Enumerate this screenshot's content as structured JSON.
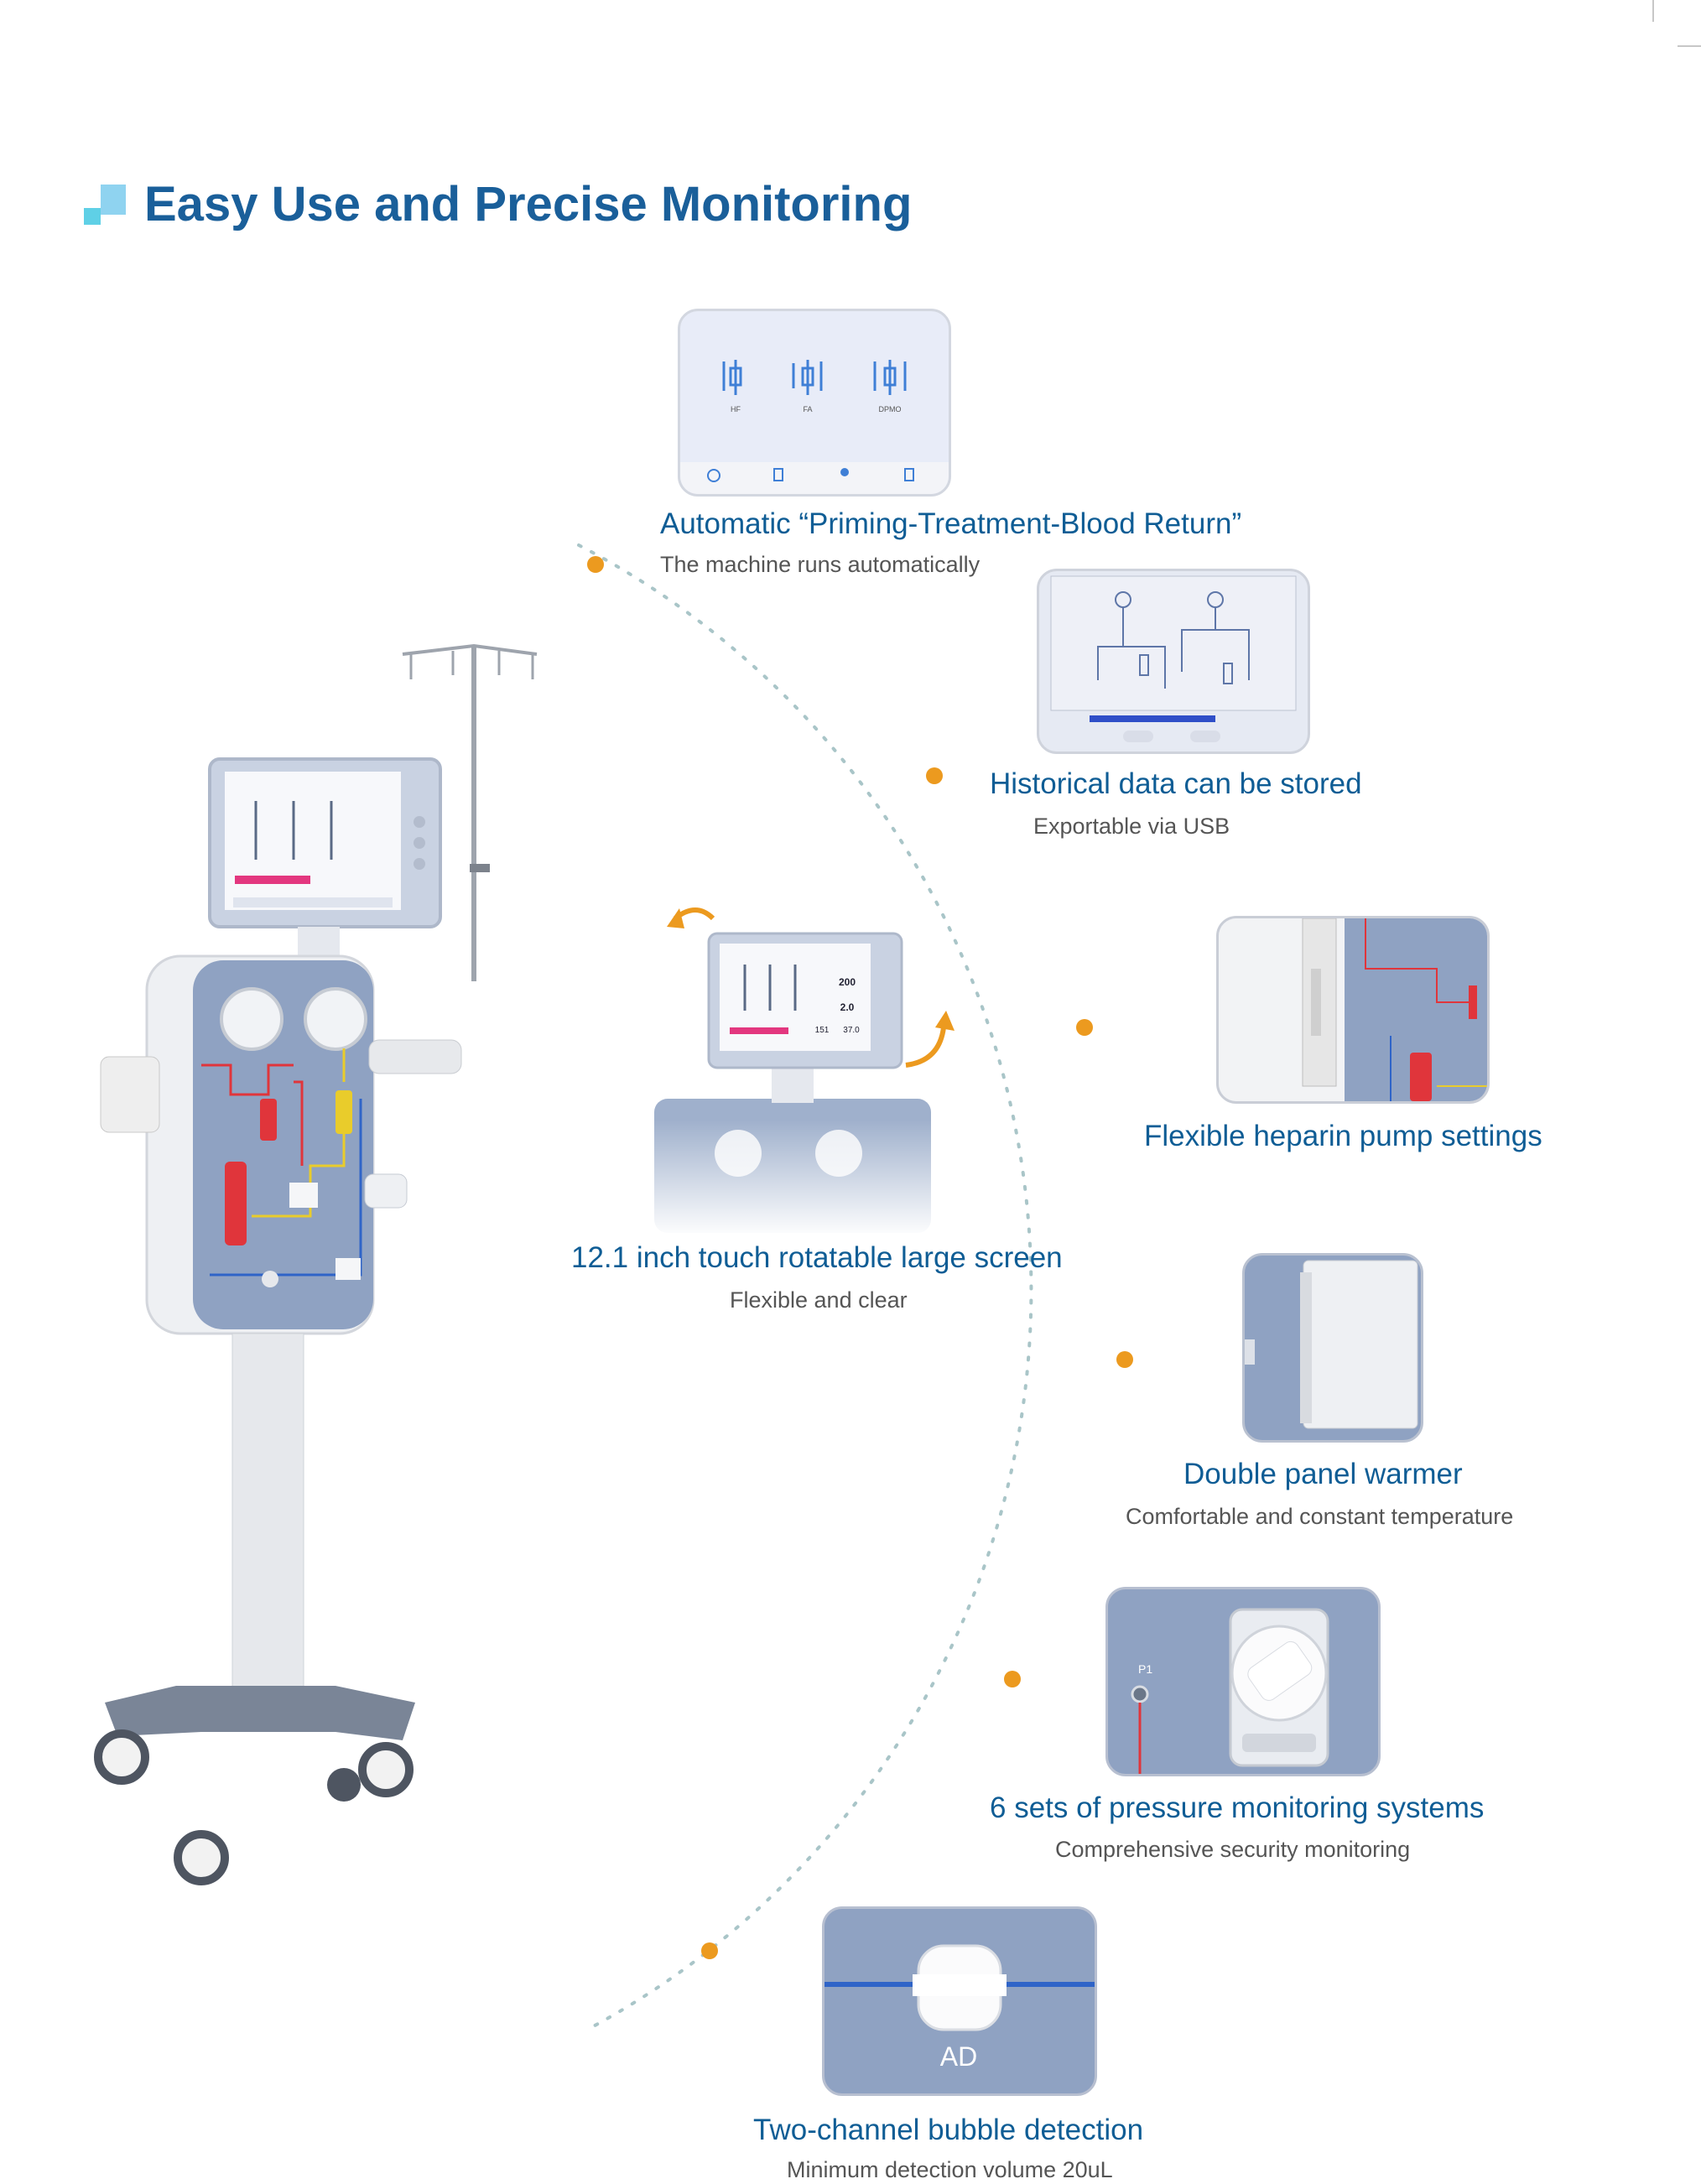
{
  "page": {
    "title": "Easy Use and Precise Monitoring"
  },
  "features": [
    {
      "title": "Automatic “Priming-Treatment-Blood Return”",
      "subtitle": "The machine runs automatically"
    },
    {
      "title": "Historical data can be stored",
      "subtitle": "Exportable via USB"
    },
    {
      "title": "Flexible heparin pump settings",
      "subtitle": ""
    },
    {
      "title": "12.1 inch touch rotatable large screen",
      "subtitle": "Flexible and clear"
    },
    {
      "title": "Double panel warmer",
      "subtitle": "Comfortable and constant temperature"
    },
    {
      "title": "6 sets of pressure monitoring systems",
      "subtitle": "Comprehensive security monitoring"
    },
    {
      "title": "Two-channel bubble detection",
      "subtitle": "Minimum detection volume 20uL"
    }
  ],
  "screen_ui": {
    "modes": [
      "HF",
      "FA",
      "DPMO"
    ],
    "pressure_label": "P1",
    "detector_label": "AD",
    "values": {
      "flow": "200",
      "rate": "2.0",
      "remaining": "151",
      "temperature": "37.0"
    }
  },
  "colors": {
    "title_blue": "#1a5f9a",
    "feature_blue": "#0f5d95",
    "accent_orange": "#ec9a1f",
    "panel_blue": "#8fa2c2",
    "tube_red": "#e0353b",
    "tube_yellow": "#e9cc2b",
    "tube_blue": "#2f64c8"
  }
}
